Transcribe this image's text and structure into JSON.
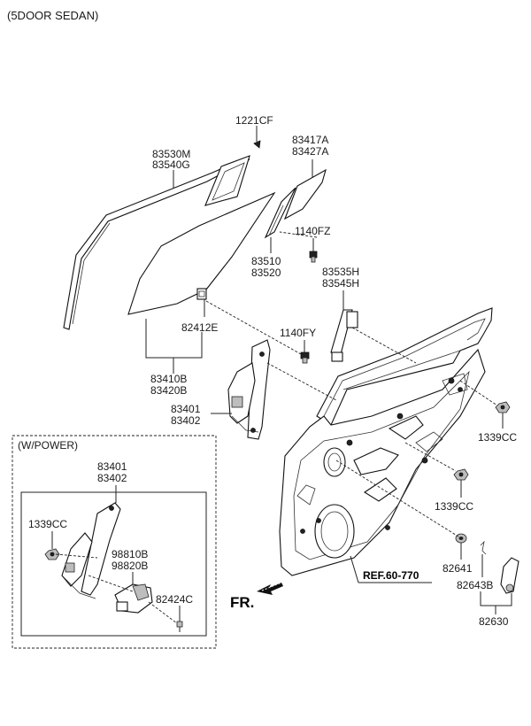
{
  "header": {
    "title": "(5DOOR SEDAN)"
  },
  "wpower_label": "(W/POWER)",
  "reference": "REF.60-770",
  "forward_label": "FR.",
  "parts": {
    "p1221cf": "1221CF",
    "p83530m": "83530M",
    "p83540g": "83540G",
    "p83417a": "83417A",
    "p83427a": "83427A",
    "p1140fz": "1140FZ",
    "p83510": "83510",
    "p83520": "83520",
    "p83535h": "83535H",
    "p83545h": "83545H",
    "p82412e": "82412E",
    "p1140fy": "1140FY",
    "p83410b": "83410B",
    "p83420b": "83420B",
    "p83401": "83401",
    "p83402": "83402",
    "p1339cc_a": "1339CC",
    "p1339cc_b": "1339CC",
    "p82641": "82641",
    "p82643b": "82643B",
    "p82630": "82630",
    "w83401": "83401",
    "w83402": "83402",
    "w1339cc": "1339CC",
    "w98810b": "98810B",
    "w98820b": "98820B",
    "w82424c": "82424C"
  }
}
